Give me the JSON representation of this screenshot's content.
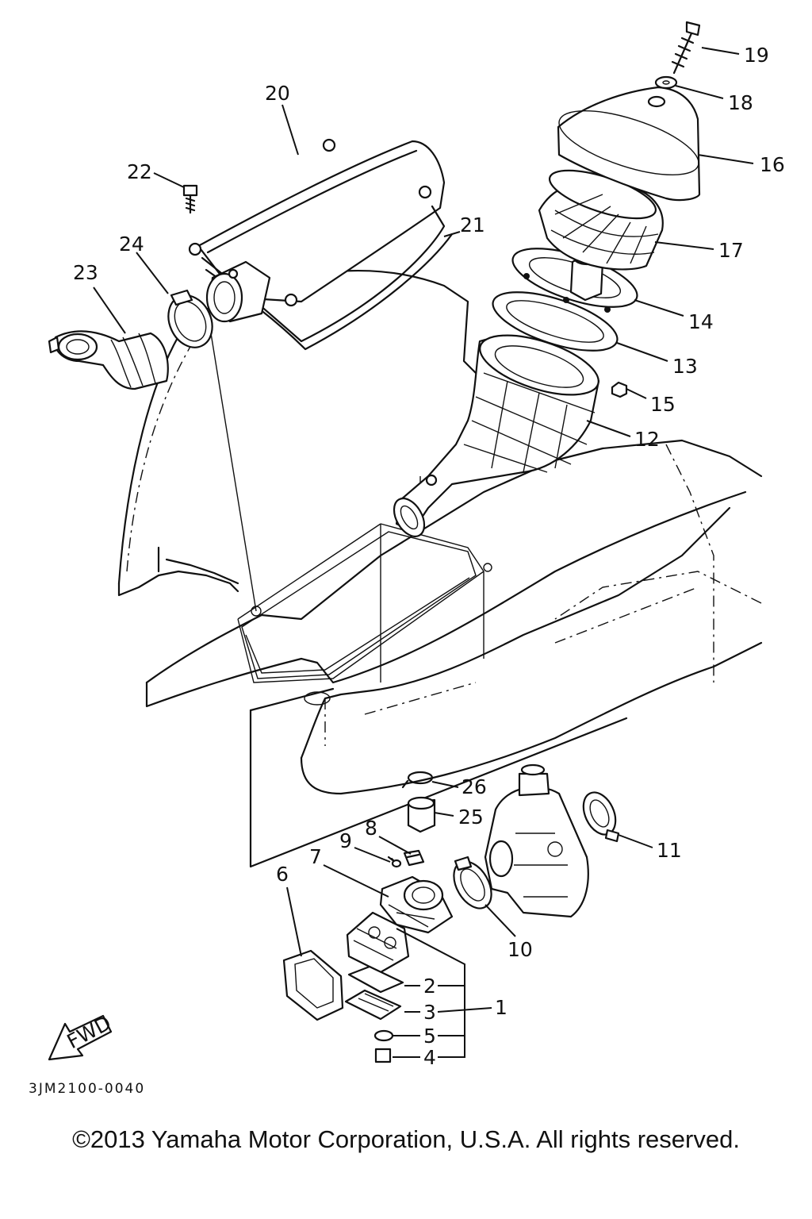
{
  "diagram": {
    "part_code": "3JM2100-0040",
    "fwd_marker": "FWD",
    "callouts": [
      "1",
      "2",
      "3",
      "4",
      "5",
      "6",
      "7",
      "8",
      "9",
      "10",
      "11",
      "12",
      "13",
      "14",
      "15",
      "16",
      "17",
      "18",
      "19",
      "20",
      "21",
      "22",
      "23",
      "24",
      "25",
      "26"
    ]
  },
  "footer": {
    "copyright": "©2013 Yamaha Motor Corporation, U.S.A. All rights reserved."
  }
}
